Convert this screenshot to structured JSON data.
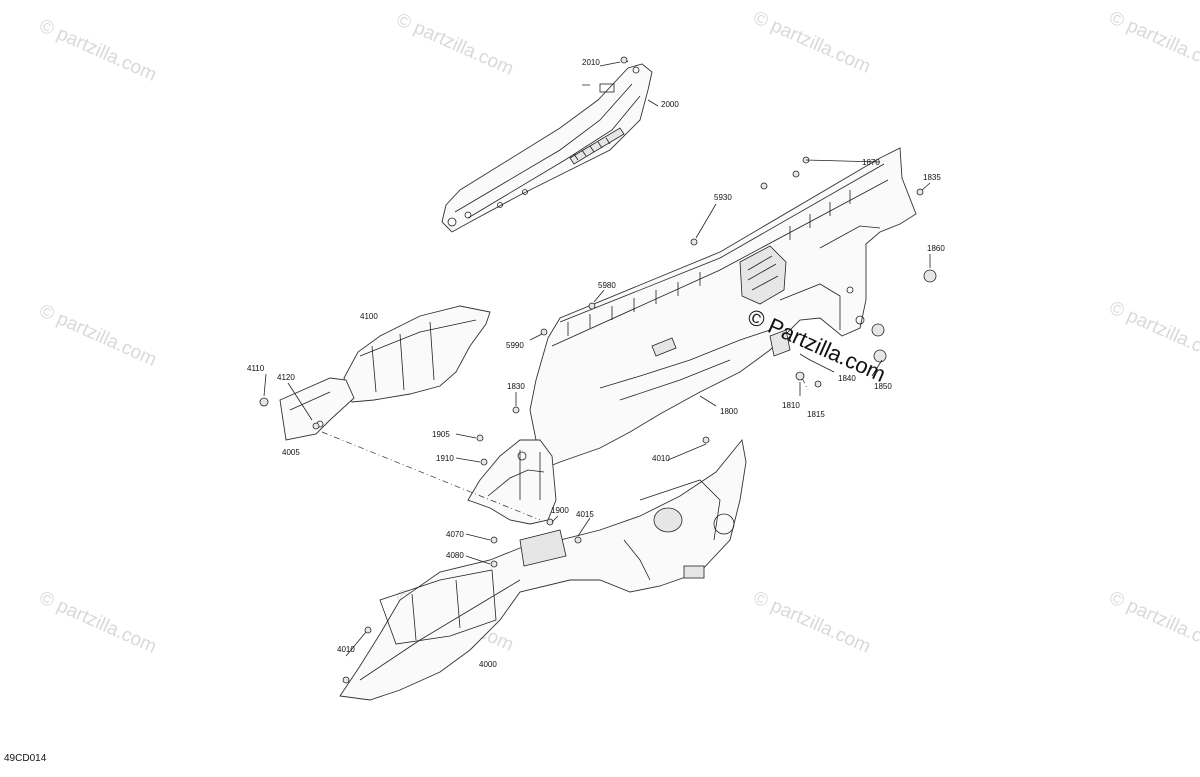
{
  "figure_code": "49CD014",
  "watermark": {
    "text": "© partzilla.com",
    "overlay_text": "© Partzilla.com"
  },
  "callouts": [
    {
      "id": "p2010",
      "label": "2010"
    },
    {
      "id": "p2000",
      "label": "2000"
    },
    {
      "id": "p1870",
      "label": "1870"
    },
    {
      "id": "p1835",
      "label": "1835"
    },
    {
      "id": "p5930",
      "label": "5930"
    },
    {
      "id": "p1860",
      "label": "1860"
    },
    {
      "id": "p5980",
      "label": "5980"
    },
    {
      "id": "p4100",
      "label": "4100"
    },
    {
      "id": "p5990",
      "label": "5990"
    },
    {
      "id": "p4110",
      "label": "4110"
    },
    {
      "id": "p4120",
      "label": "4120"
    },
    {
      "id": "p1830",
      "label": "1830"
    },
    {
      "id": "p1840",
      "label": "1840"
    },
    {
      "id": "p1850",
      "label": "1850"
    },
    {
      "id": "p1810",
      "label": "1810"
    },
    {
      "id": "p1815",
      "label": "1815"
    },
    {
      "id": "p1800",
      "label": "1800"
    },
    {
      "id": "p4005",
      "label": "4005"
    },
    {
      "id": "p1905",
      "label": "1905"
    },
    {
      "id": "p1910",
      "label": "1910"
    },
    {
      "id": "p4010a",
      "label": "4010"
    },
    {
      "id": "p1900",
      "label": "1900"
    },
    {
      "id": "p4015",
      "label": "4015"
    },
    {
      "id": "p4070",
      "label": "4070"
    },
    {
      "id": "p4080",
      "label": "4080"
    },
    {
      "id": "p4010b",
      "label": "4010"
    },
    {
      "id": "p4000",
      "label": "4000"
    }
  ]
}
